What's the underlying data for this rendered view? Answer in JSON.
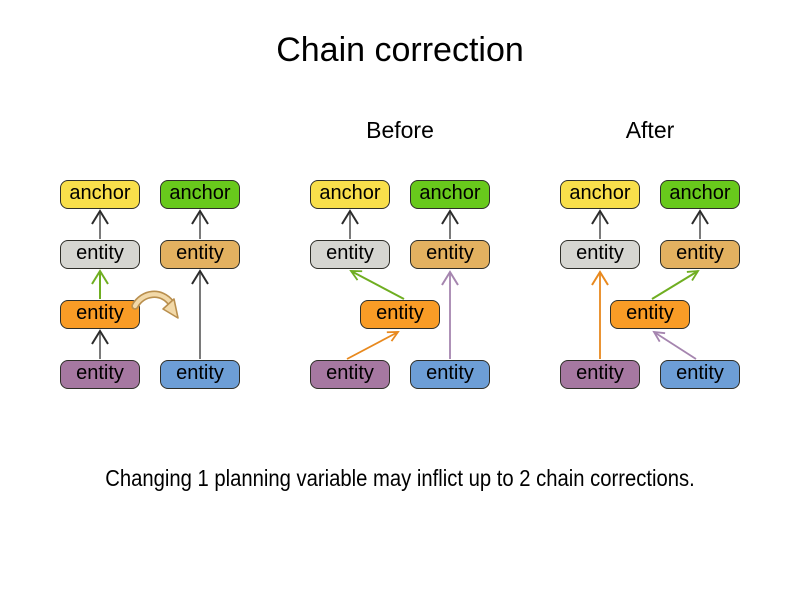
{
  "title": "Chain correction",
  "section_labels": {
    "before": "Before",
    "after": "After"
  },
  "node_labels": {
    "anchor": "anchor",
    "entity": "entity"
  },
  "caption": "Changing 1 planning variable may inflict up to 2 chain corrections.",
  "colors": {
    "anchor_yellow": "#f8df4b",
    "anchor_green": "#68c91c",
    "entity_gray": "#d6d6d1",
    "entity_tan": "#e3b160",
    "entity_orange": "#f99c26",
    "entity_purple": "#a678a1",
    "entity_blue": "#6d9ed6",
    "node_border": "#2e2e28",
    "chain_arrow_gray": "#7a7a7a",
    "chain_arrowhead_dark": "#2b2b2b",
    "changed_arrow_green": "#6fae21",
    "changed_arrow_orange": "#e8891e",
    "changed_arrow_violet": "#a585af",
    "move_arrow_fill": "#f2d9a9",
    "move_arrow_outline": "#b98f4e"
  }
}
